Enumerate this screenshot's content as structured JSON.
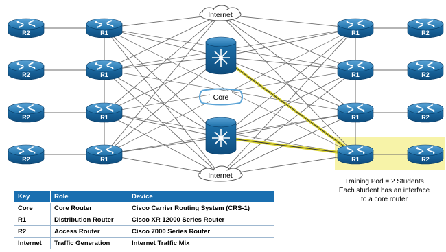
{
  "diagram": {
    "internet_label": "Internet",
    "core_label": "Core",
    "router_labels": {
      "r1": "R1",
      "r2": "R2"
    }
  },
  "caption": {
    "line1": "Training Pod = 2 Students",
    "line2": "Each student has an interface",
    "line3": "to a core router"
  },
  "legend": {
    "headers": [
      "Key",
      "Role",
      "Device"
    ],
    "rows": [
      [
        "Core",
        "Core Router",
        "Cisco Carrier Routing System (CRS-1)"
      ],
      [
        "R1",
        "Distribution Router",
        "Cisco XR 12000 Series Router"
      ],
      [
        "R2",
        "Access Router",
        "Cisco 7000 Series Router"
      ],
      [
        "Internet",
        "Traffic Generation",
        "Internet Traffic Mix"
      ]
    ]
  },
  "colors": {
    "router_body": "#1c6fa8",
    "link": "#6b6b6b",
    "highlight": "#e8e24a",
    "pod_highlight": "#f7f3a8",
    "legend_header": "#1a6fb0"
  },
  "icons": [
    "router-icon",
    "core-router-icon",
    "cloud-icon",
    "core-ring-icon"
  ]
}
